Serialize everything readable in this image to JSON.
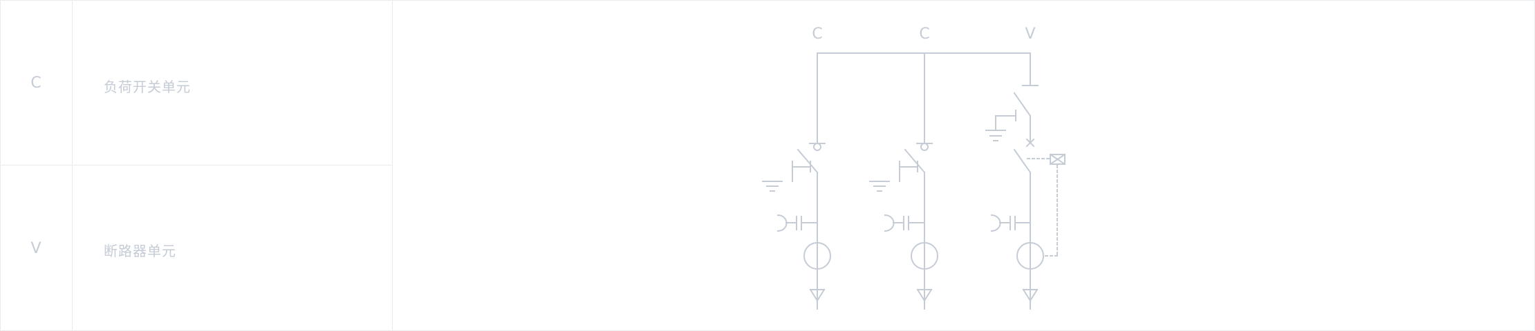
{
  "legend": {
    "rows": [
      {
        "code": "C",
        "description": "负荷开关单元"
      },
      {
        "code": "V",
        "description": "断路器单元"
      }
    ]
  },
  "diagram": {
    "columns": [
      {
        "label": "C",
        "type": "load-switch"
      },
      {
        "label": "C",
        "type": "load-switch"
      },
      {
        "label": "V",
        "type": "circuit-breaker"
      }
    ],
    "line_color": "#c5ccd6"
  }
}
